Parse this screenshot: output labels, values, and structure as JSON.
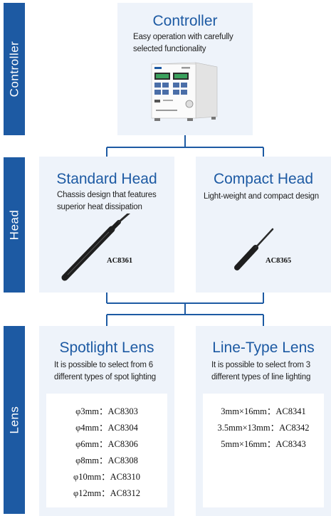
{
  "sections": {
    "controller": "Controller",
    "head": "Head",
    "lens": "Lens"
  },
  "controller_box": {
    "title": "Controller",
    "description_line1": "Easy operation with carefully",
    "description_line2": "selected functionality"
  },
  "standard_head": {
    "title": "Standard Head",
    "description_line1": "Chassis design that features",
    "description_line2": "superior heat dissipation",
    "model": "AC8361"
  },
  "compact_head": {
    "title": "Compact Head",
    "description_line1": "Light-weight and compact design",
    "model": "AC8365"
  },
  "spotlight_lens": {
    "title": "Spotlight Lens",
    "description_line1": "It is possible to select from 6",
    "description_line2": "different types of spot lighting",
    "items": [
      "φ3mm：AC8303",
      "φ4mm：AC8304",
      "φ6mm：AC8306",
      "φ8mm：AC8308",
      "φ10mm：AC8310",
      "φ12mm：AC8312"
    ]
  },
  "line_lens": {
    "title": "Line-Type Lens",
    "description_line1": "It is possible to select from 3",
    "description_line2": "different types of line lighting",
    "items": [
      "3mm×16mm：AC8341",
      "3.5mm×13mm：AC8342",
      "5mm×16mm：AC8343"
    ]
  },
  "colors": {
    "accent": "#1d5aa3",
    "panel": "#eef3fa"
  }
}
